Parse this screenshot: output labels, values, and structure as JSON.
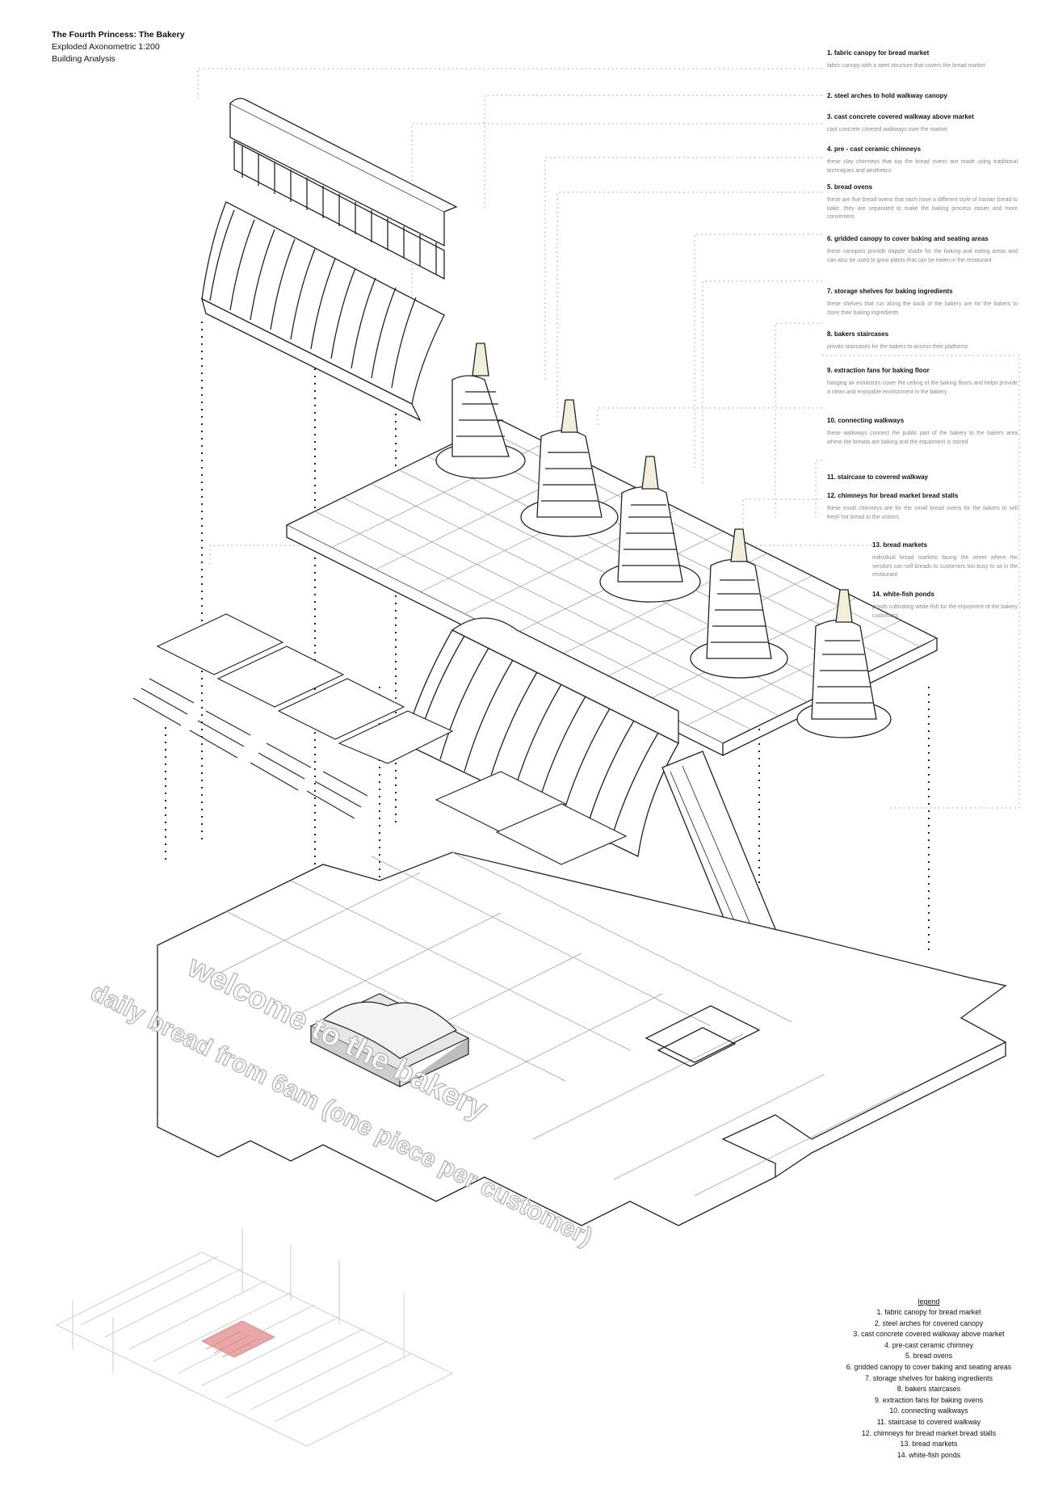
{
  "header": {
    "title": "The Fourth Princess: The Bakery",
    "subtitle": "Exploded Axonometric 1:200",
    "caption": "Building Analysis"
  },
  "notes": [
    {
      "title": "1. fabric canopy for bread market",
      "desc": "fabric canopy with a steel structure that covers the bread market"
    },
    {
      "title": "2. steel arches to hold walkway canopy",
      "desc": ""
    },
    {
      "title": "3. cast concrete covered walkway above market",
      "desc": "cast concrete covered walkways over the market"
    },
    {
      "title": "4. pre - cast ceramic chimneys",
      "desc": "these clay chimneys that top the bread ovens are made using traditional techniques and aesthetics"
    },
    {
      "title": "5. bread ovens",
      "desc": "these are five bread ovens that each have a different style of Iranian bread to bake, they are separated to make the baking process easier and more convenient"
    },
    {
      "title": "6. gridded canopy to cover baking and seating areas",
      "desc": "these canopies provide dapple shade for the baking and eating areas and can also be used to grow plants that can be eaten in the restaurant"
    },
    {
      "title": "7. storage shelves for baking ingredients",
      "desc": "these shelves that run along the back of the bakery are for the bakers to store their baking ingredients"
    },
    {
      "title": "8. bakers staircases",
      "desc": "private staircases for the bakers to access their platforms"
    },
    {
      "title": "9. extraction fans for baking floor",
      "desc": "hanging air extractors cover the ceiling of the baking floors and helps provide a clean and enjoyable environment in the bakery"
    },
    {
      "title": "10. connecting walkways",
      "desc": "these walkways connect the public part of the bakery to the bakers area where the breads are baking and the equipment is stored"
    },
    {
      "title": "11. staircase to covered walkway",
      "desc": ""
    },
    {
      "title": "12. chimneys for bread market bread stalls",
      "desc": "these small chimneys are for the small bread ovens for the bakers to sell fresh hot bread to the visitors"
    },
    {
      "title": "13. bread markets",
      "desc": "individual bread markets facing the street where the vendors can sell breads to customers too busy to sit in the restaurant"
    },
    {
      "title": "14. white-fish ponds",
      "desc": "ponds cultivating white-fish for the enjoyment of the bakery customers"
    }
  ],
  "legend": {
    "title": "legend",
    "items": [
      "1.   fabric canopy for bread market",
      "2.   steel arches for covered canopy",
      "3.   cast concrete covered walkway above market",
      "4.   pre-cast ceramic chimney",
      "5.    bread ovens",
      "6.   gridded canopy to cover baking and seating areas",
      "7.   storage shelves for baking ingredients",
      "8.    bakers staircases",
      "9.   extraction fans for baking ovens",
      "10. connecting walkways",
      "11. staircase to covered walkway",
      "12. chimneys for bread market bread stalls",
      "13. bread markets",
      "14. white-fish ponds"
    ]
  },
  "slogans": {
    "line1": "welcome to the bakery",
    "line2": "daily bread from 6am (one piece per customer)"
  },
  "colors": {
    "line": "#222222",
    "leader": "#9a9a9a",
    "note_desc": "#8a8a8a",
    "slogan_outline": "#b8b8b8",
    "highlight": "#e9a6a6"
  }
}
